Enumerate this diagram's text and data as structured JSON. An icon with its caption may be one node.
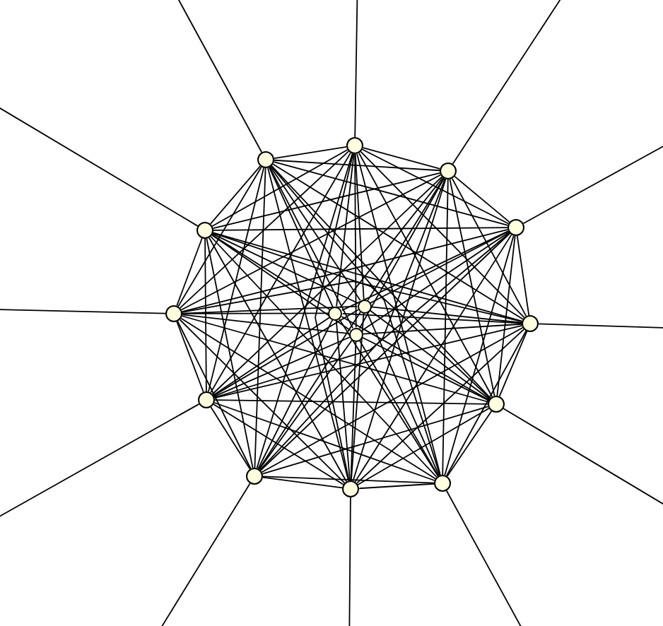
{
  "diagram": {
    "nodes": [
      {
        "text": [],
        "shape": "circle"
      },
      {
        "text": [],
        "shape": "circle"
      },
      {
        "text": [],
        "shape": "circle"
      },
      {
        "text": [],
        "shape": "circle"
      },
      {
        "text": [],
        "shape": "circle"
      },
      {
        "text": [],
        "shape": "circle"
      },
      {
        "text": [],
        "shape": "circle"
      },
      {
        "text": [],
        "shape": "circle"
      },
      {
        "text": [],
        "shape": "circle"
      },
      {
        "text": [],
        "shape": "circle"
      },
      {
        "text": [],
        "shape": "circle"
      },
      {
        "text": [],
        "shape": "circle"
      },
      {
        "text": [],
        "shape": "circle"
      },
      {
        "text": [],
        "shape": "circle"
      },
      {
        "text": [],
        "shape": "circle"
      }
    ],
    "edges": [
      {
        "from": 0,
        "to": null,
        "arrow": "none"
      },
      {
        "from": 1,
        "to": null,
        "arrow": "none"
      },
      {
        "from": 2,
        "to": null,
        "arrow": "none"
      },
      {
        "from": 3,
        "to": null,
        "arrow": "none"
      },
      {
        "from": 4,
        "to": null,
        "arrow": "none"
      },
      {
        "from": 5,
        "to": null,
        "arrow": "none"
      },
      {
        "from": 6,
        "to": null,
        "arrow": "none"
      },
      {
        "from": 7,
        "to": null,
        "arrow": "none"
      },
      {
        "from": 8,
        "to": null,
        "arrow": "none"
      },
      {
        "from": 9,
        "to": null,
        "arrow": "none"
      },
      {
        "from": 10,
        "to": null,
        "arrow": "none"
      },
      {
        "from": 11,
        "to": null,
        "arrow": "none"
      },
      {
        "from": 0,
        "to": 1,
        "arrow": "none"
      },
      {
        "from": 0,
        "to": 2,
        "arrow": "none"
      },
      {
        "from": 0,
        "to": 3,
        "arrow": "none"
      },
      {
        "from": 0,
        "to": 4,
        "arrow": "none"
      },
      {
        "from": 0,
        "to": 5,
        "arrow": "none"
      },
      {
        "from": 0,
        "to": 6,
        "arrow": "none"
      },
      {
        "from": 0,
        "to": 7,
        "arrow": "none"
      },
      {
        "from": 0,
        "to": 8,
        "arrow": "none"
      },
      {
        "from": 0,
        "to": 9,
        "arrow": "none"
      },
      {
        "from": 0,
        "to": 10,
        "arrow": "none"
      },
      {
        "from": 0,
        "to": 11,
        "arrow": "none"
      },
      {
        "from": 1,
        "to": 2,
        "arrow": "none"
      },
      {
        "from": 1,
        "to": 3,
        "arrow": "none"
      },
      {
        "from": 1,
        "to": 4,
        "arrow": "none"
      },
      {
        "from": 1,
        "to": 5,
        "arrow": "none"
      },
      {
        "from": 1,
        "to": 6,
        "arrow": "none"
      },
      {
        "from": 1,
        "to": 7,
        "arrow": "none"
      },
      {
        "from": 1,
        "to": 8,
        "arrow": "none"
      },
      {
        "from": 1,
        "to": 9,
        "arrow": "none"
      },
      {
        "from": 1,
        "to": 10,
        "arrow": "none"
      },
      {
        "from": 1,
        "to": 11,
        "arrow": "none"
      },
      {
        "from": 2,
        "to": 3,
        "arrow": "none"
      },
      {
        "from": 2,
        "to": 4,
        "arrow": "none"
      },
      {
        "from": 2,
        "to": 5,
        "arrow": "none"
      },
      {
        "from": 2,
        "to": 6,
        "arrow": "none"
      },
      {
        "from": 2,
        "to": 7,
        "arrow": "none"
      },
      {
        "from": 2,
        "to": 8,
        "arrow": "none"
      },
      {
        "from": 2,
        "to": 9,
        "arrow": "none"
      },
      {
        "from": 2,
        "to": 10,
        "arrow": "none"
      },
      {
        "from": 2,
        "to": 11,
        "arrow": "none"
      },
      {
        "from": 3,
        "to": 4,
        "arrow": "none"
      },
      {
        "from": 3,
        "to": 5,
        "arrow": "none"
      },
      {
        "from": 3,
        "to": 6,
        "arrow": "none"
      },
      {
        "from": 3,
        "to": 7,
        "arrow": "none"
      },
      {
        "from": 3,
        "to": 8,
        "arrow": "none"
      },
      {
        "from": 3,
        "to": 9,
        "arrow": "none"
      },
      {
        "from": 3,
        "to": 10,
        "arrow": "none"
      },
      {
        "from": 3,
        "to": 11,
        "arrow": "none"
      },
      {
        "from": 4,
        "to": 5,
        "arrow": "none"
      },
      {
        "from": 4,
        "to": 6,
        "arrow": "none"
      },
      {
        "from": 4,
        "to": 7,
        "arrow": "none"
      },
      {
        "from": 4,
        "to": 8,
        "arrow": "none"
      },
      {
        "from": 4,
        "to": 9,
        "arrow": "none"
      },
      {
        "from": 4,
        "to": 10,
        "arrow": "none"
      },
      {
        "from": 4,
        "to": 11,
        "arrow": "none"
      },
      {
        "from": 5,
        "to": 6,
        "arrow": "none"
      },
      {
        "from": 5,
        "to": 7,
        "arrow": "none"
      },
      {
        "from": 5,
        "to": 8,
        "arrow": "none"
      },
      {
        "from": 5,
        "to": 9,
        "arrow": "none"
      },
      {
        "from": 5,
        "to": 10,
        "arrow": "none"
      },
      {
        "from": 5,
        "to": 11,
        "arrow": "none"
      },
      {
        "from": 6,
        "to": 7,
        "arrow": "none"
      },
      {
        "from": 6,
        "to": 8,
        "arrow": "none"
      },
      {
        "from": 6,
        "to": 9,
        "arrow": "none"
      },
      {
        "from": 6,
        "to": 10,
        "arrow": "none"
      },
      {
        "from": 6,
        "to": 11,
        "arrow": "none"
      },
      {
        "from": 7,
        "to": 8,
        "arrow": "none"
      },
      {
        "from": 7,
        "to": 9,
        "arrow": "none"
      },
      {
        "from": 7,
        "to": 10,
        "arrow": "none"
      },
      {
        "from": 7,
        "to": 11,
        "arrow": "none"
      },
      {
        "from": 8,
        "to": 9,
        "arrow": "none"
      },
      {
        "from": 8,
        "to": 10,
        "arrow": "none"
      },
      {
        "from": 8,
        "to": 11,
        "arrow": "none"
      },
      {
        "from": 9,
        "to": 10,
        "arrow": "none"
      },
      {
        "from": 9,
        "to": 11,
        "arrow": "none"
      },
      {
        "from": 10,
        "to": 11,
        "arrow": "none"
      },
      {
        "from": 0,
        "to": 12,
        "arrow": "none"
      },
      {
        "from": 0,
        "to": 13,
        "arrow": "none"
      },
      {
        "from": 0,
        "to": 14,
        "arrow": "none"
      },
      {
        "from": 1,
        "to": 12,
        "arrow": "none"
      },
      {
        "from": 1,
        "to": 13,
        "arrow": "none"
      },
      {
        "from": 1,
        "to": 14,
        "arrow": "none"
      },
      {
        "from": 2,
        "to": 12,
        "arrow": "none"
      },
      {
        "from": 2,
        "to": 13,
        "arrow": "none"
      },
      {
        "from": 2,
        "to": 14,
        "arrow": "none"
      },
      {
        "from": 3,
        "to": 12,
        "arrow": "none"
      },
      {
        "from": 3,
        "to": 13,
        "arrow": "none"
      },
      {
        "from": 3,
        "to": 14,
        "arrow": "none"
      },
      {
        "from": 4,
        "to": 12,
        "arrow": "none"
      },
      {
        "from": 4,
        "to": 13,
        "arrow": "none"
      },
      {
        "from": 4,
        "to": 14,
        "arrow": "none"
      },
      {
        "from": 5,
        "to": 12,
        "arrow": "none"
      },
      {
        "from": 5,
        "to": 13,
        "arrow": "none"
      },
      {
        "from": 5,
        "to": 14,
        "arrow": "none"
      },
      {
        "from": 6,
        "to": 12,
        "arrow": "none"
      },
      {
        "from": 6,
        "to": 13,
        "arrow": "none"
      },
      {
        "from": 6,
        "to": 14,
        "arrow": "none"
      },
      {
        "from": 7,
        "to": 12,
        "arrow": "none"
      },
      {
        "from": 7,
        "to": 13,
        "arrow": "none"
      },
      {
        "from": 7,
        "to": 14,
        "arrow": "none"
      },
      {
        "from": 8,
        "to": 12,
        "arrow": "none"
      },
      {
        "from": 8,
        "to": 13,
        "arrow": "none"
      },
      {
        "from": 8,
        "to": 14,
        "arrow": "none"
      },
      {
        "from": 9,
        "to": 12,
        "arrow": "none"
      },
      {
        "from": 9,
        "to": 13,
        "arrow": "none"
      },
      {
        "from": 9,
        "to": 14,
        "arrow": "none"
      },
      {
        "from": 10,
        "to": 12,
        "arrow": "none"
      },
      {
        "from": 10,
        "to": 13,
        "arrow": "none"
      },
      {
        "from": 10,
        "to": 14,
        "arrow": "none"
      },
      {
        "from": 11,
        "to": 12,
        "arrow": "none"
      },
      {
        "from": 11,
        "to": 13,
        "arrow": "none"
      },
      {
        "from": 11,
        "to": 14,
        "arrow": "none"
      }
    ]
  }
}
